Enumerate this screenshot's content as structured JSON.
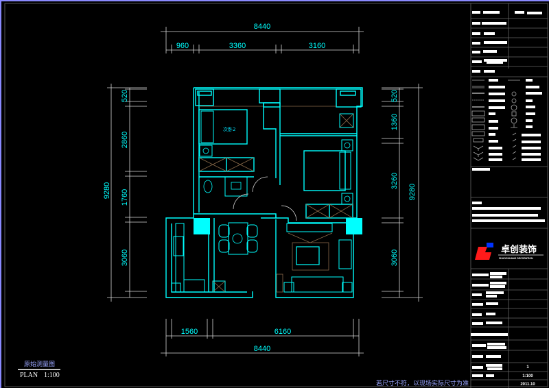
{
  "drawing": {
    "title_cn": "原始测量图",
    "title_en": "PLAN",
    "scale": "1:100",
    "note": "若尺寸不符，以现场实际尺寸为准",
    "room_label": "次卧2",
    "colors": {
      "wall": "#00ffff",
      "dimension_text": "#00ffff",
      "dimension_line": "#d8d8d8",
      "furniture": "#00e5ff",
      "detail": "#8a6a4a",
      "frame": "#8a8aff",
      "background": "#000000"
    }
  },
  "dimensions": {
    "top_total": "8440",
    "top_segments": [
      "960",
      "3360",
      "3160"
    ],
    "bottom_total": "8440",
    "bottom_segments": [
      "1560",
      "6160"
    ],
    "left_total": "9280",
    "left_segments": [
      "520",
      "2860",
      "1760",
      "3060"
    ],
    "right_total": "9280",
    "right_segments": [
      "520",
      "1360",
      "3260",
      "3060"
    ]
  },
  "title_block": {
    "logo_text": "卓创装饰",
    "logo_sub": "ZHUOCHUANG DECORATION",
    "sheet_no": "1",
    "scale": "1:100",
    "date": "2011.10"
  }
}
